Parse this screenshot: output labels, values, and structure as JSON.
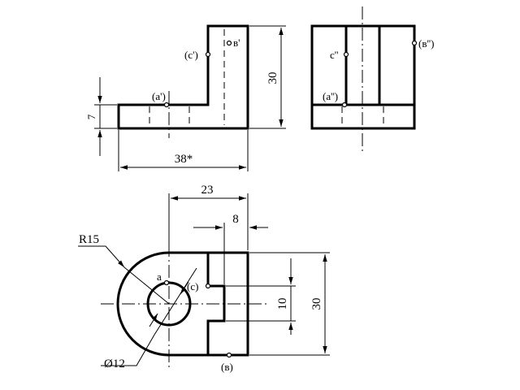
{
  "front_view": {
    "labels": {
      "c_prime": "(c')",
      "b_prime": "в'",
      "a_prime": "(a')"
    },
    "dims": {
      "height_total": "30",
      "height_base": "7",
      "width_total": "38*"
    }
  },
  "side_view": {
    "labels": {
      "c_dprime": "c''",
      "b_dprime": "(в'')",
      "a_dprime": "(a'')"
    }
  },
  "top_view": {
    "labels": {
      "a": "a",
      "c": "(c)",
      "b": "(в)"
    },
    "dims": {
      "offset_23": "23",
      "slot_8": "8",
      "slot_10": "10",
      "depth_30": "30",
      "radius": "R15",
      "hole": "Ø12"
    }
  }
}
